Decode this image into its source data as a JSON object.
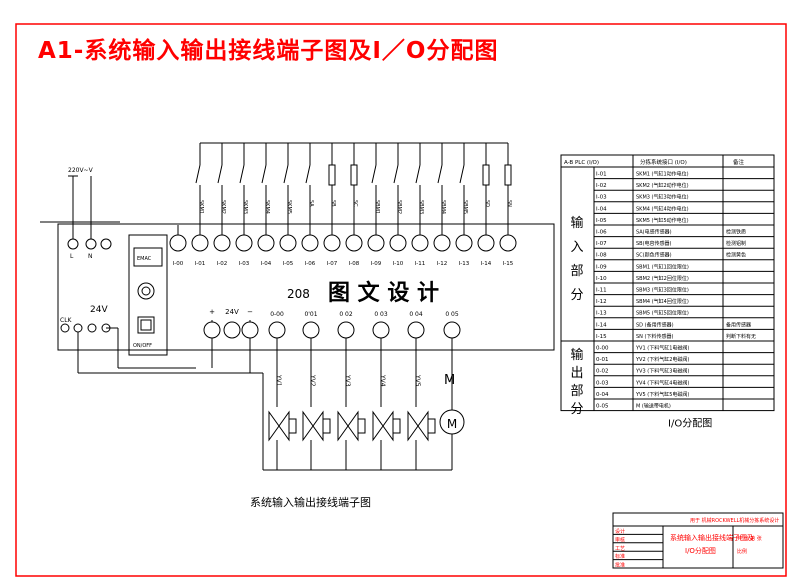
{
  "title": "A1-系统输入输出接线端子图及I／O分配图",
  "accent_color": "#ff0000",
  "line_color": "#000000",
  "plc": {
    "supply_label": "220V~V",
    "ln_labels": [
      "L",
      "N"
    ],
    "emac_label": "EMAC",
    "onoff_label": "ON/OFF",
    "psu_label": "24V",
    "clk_label": "CLK",
    "model_label": "208",
    "in_terminals": [
      "I-00",
      "I-01",
      "I-02",
      "I-03",
      "I-04",
      "I-05",
      "I-06",
      "I-07",
      "I-08",
      "I-09",
      "I-10",
      "I-11",
      "I-12",
      "I-13",
      "I-14",
      "I-15"
    ],
    "switch_labels": [
      "SKM1",
      "SKM2",
      "SKM3",
      "SKM4",
      "SKM5",
      "SA",
      "SB",
      "SC",
      "SBM1",
      "SBM2",
      "SBM3",
      "SBM4",
      "SBM5",
      "SD",
      "SN"
    ],
    "out_supply_labels": [
      "+",
      "24V",
      "−"
    ],
    "out_terminals": [
      "0-00",
      "0-01",
      "0-02",
      "0-03",
      "0-04",
      "0-05"
    ],
    "out_terminals_partial": [
      "0-00",
      "0'01",
      "0 02",
      "0 03",
      "0 04",
      "0 05"
    ],
    "valve_labels": [
      "YV1",
      "YV2",
      "YV3",
      "YV4",
      "YV5"
    ],
    "motor_label": "M",
    "caption": "系统输入输出接线端子图"
  },
  "watermark": "图 文 设 计",
  "io_table": {
    "headers": [
      "A-B PLC (I/O)",
      "分拣系统接口 (I/O)",
      "备注"
    ],
    "input_group": "输入部分",
    "output_group": "输出部分",
    "inputs": [
      {
        "addr": "I-01",
        "desc": "SKM1 (气缸1动作电位)",
        "note": ""
      },
      {
        "addr": "I-02",
        "desc": "SKM2 (气缸2动作电位)",
        "note": ""
      },
      {
        "addr": "I-03",
        "desc": "SKM3 (气缸3动作电位)",
        "note": ""
      },
      {
        "addr": "I-04",
        "desc": "SKM4 (气缸4动作电位)",
        "note": ""
      },
      {
        "addr": "I-05",
        "desc": "SKM5 (气缸5动作电位)",
        "note": ""
      },
      {
        "addr": "I-06",
        "desc": "SA(电感传感器)",
        "note": "检测铁质"
      },
      {
        "addr": "I-07",
        "desc": "SB(电容传感器)",
        "note": "检测铝制"
      },
      {
        "addr": "I-08",
        "desc": "SC(颜色传感器)",
        "note": "检测黄色"
      },
      {
        "addr": "I-09",
        "desc": "SBM1 (气缸1回位限位)",
        "note": ""
      },
      {
        "addr": "I-10",
        "desc": "SBM2 (气缸2回位限位)",
        "note": ""
      },
      {
        "addr": "I-11",
        "desc": "SBM3 (气缸3回位限位)",
        "note": ""
      },
      {
        "addr": "I-12",
        "desc": "SBM4 (气缸4回位限位)",
        "note": ""
      },
      {
        "addr": "I-13",
        "desc": "SBM5 (气缸5回位限位)",
        "note": ""
      },
      {
        "addr": "I-14",
        "desc": "SD (备用传感器)",
        "note": "备用传感器"
      },
      {
        "addr": "I-15",
        "desc": "SN (下料传感器)",
        "note": "判断下料有无"
      }
    ],
    "outputs": [
      {
        "addr": "0-00",
        "desc": "YV1 (下料气缸1电磁阀)",
        "note": ""
      },
      {
        "addr": "0-01",
        "desc": "YV2 (下料气缸2电磁阀)",
        "note": ""
      },
      {
        "addr": "0-02",
        "desc": "YV3 (下料气缸3电磁阀)",
        "note": ""
      },
      {
        "addr": "0-03",
        "desc": "YV4 (下料气缸4电磁阀)",
        "note": ""
      },
      {
        "addr": "0-04",
        "desc": "YV5 (下料气缸5电磁阀)",
        "note": ""
      },
      {
        "addr": "0-05",
        "desc": "M (输送带电机)",
        "note": ""
      }
    ],
    "caption": "I/O分配图"
  },
  "title_block": {
    "header": "用于 机械ROCKWELL机械分拣系统设计",
    "rows": [
      "设计",
      "审核",
      "工艺",
      "标准",
      "批准"
    ],
    "drawing_title": "系统输入输出接线端子图及",
    "drawing_subtitle": "I/O分配图",
    "sheet": "共 张 第 张",
    "scale": "比例"
  }
}
